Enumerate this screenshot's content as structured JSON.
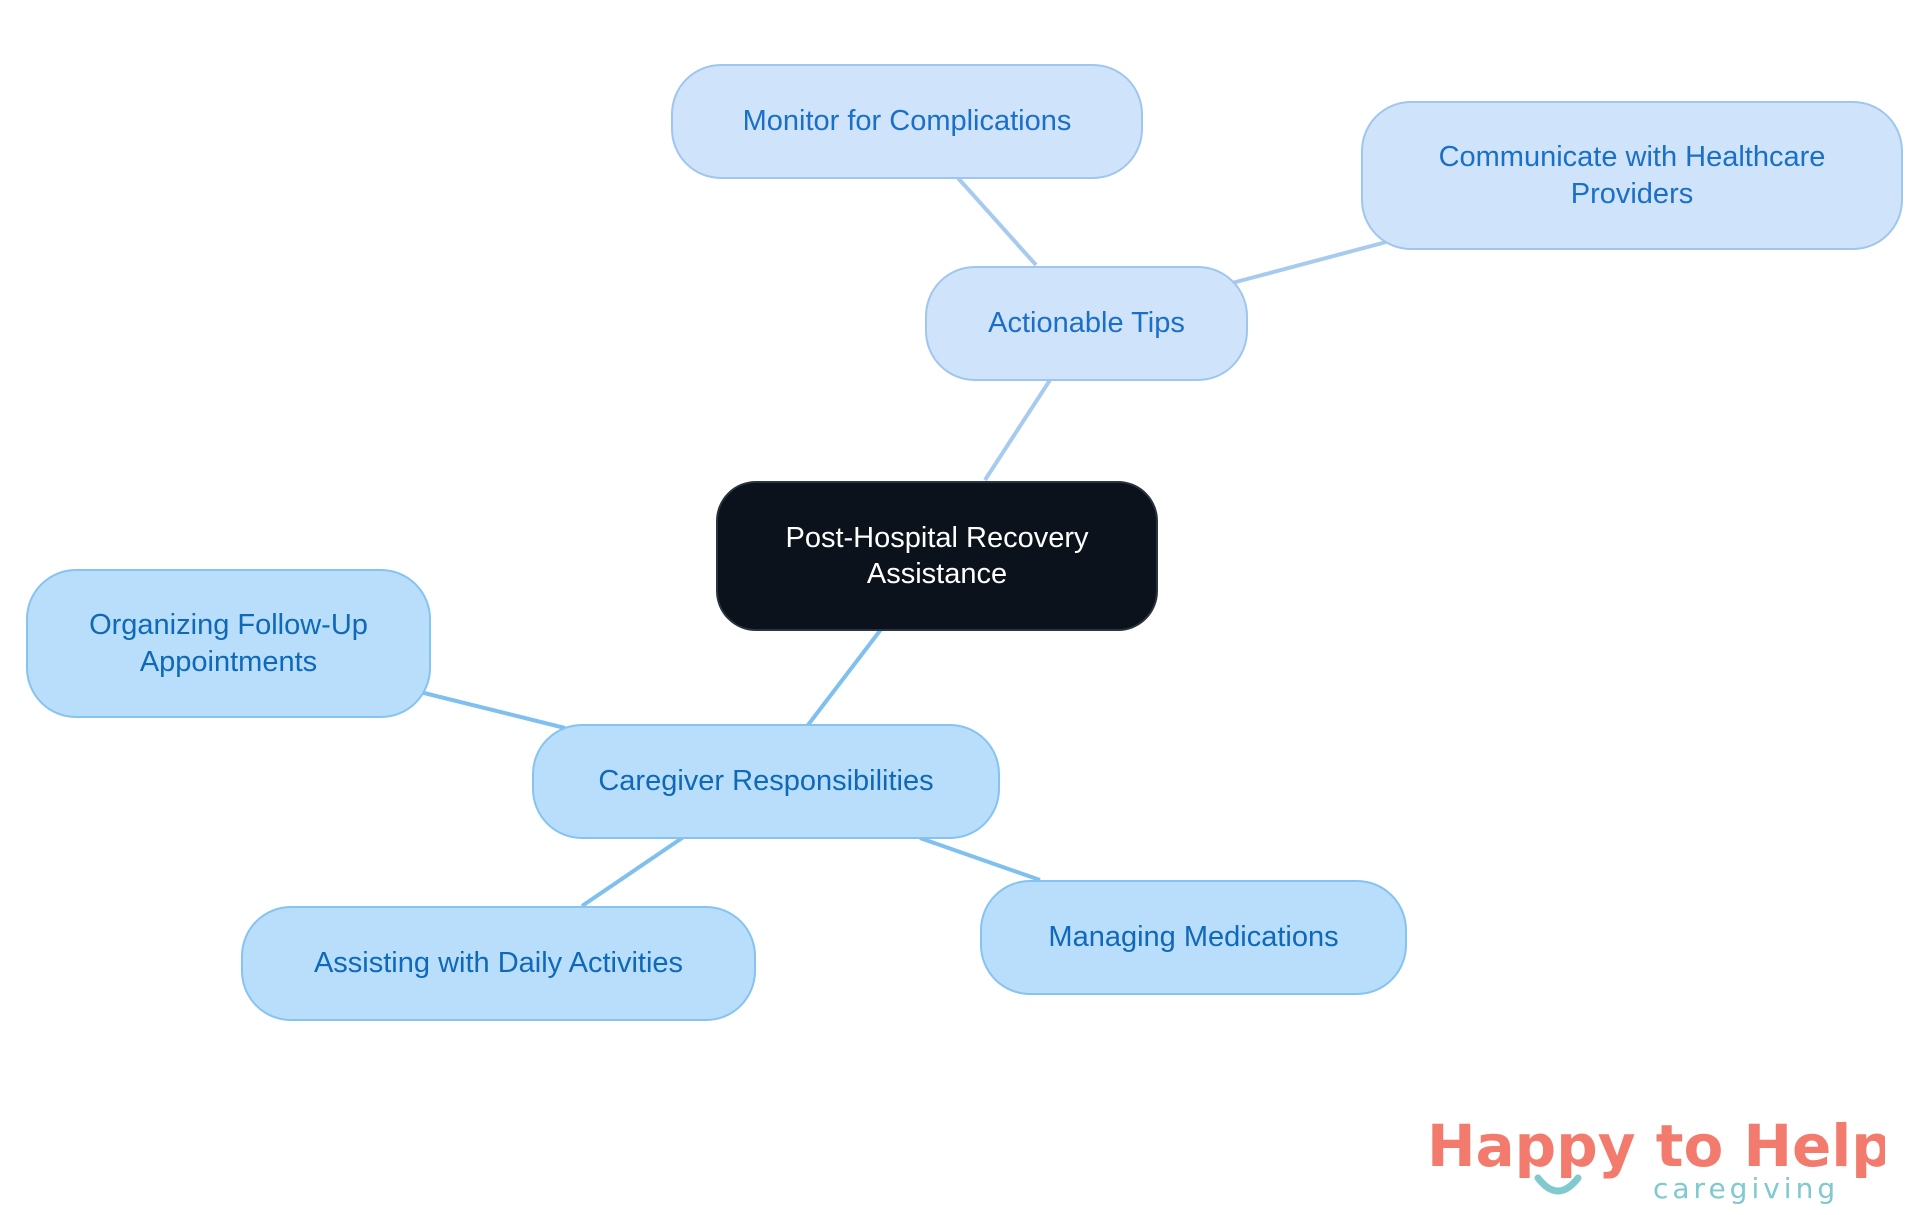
{
  "diagram": {
    "central": {
      "label": "Post-Hospital Recovery\nAssistance"
    },
    "branches": [
      {
        "label": "Actionable Tips",
        "children": [
          {
            "label": "Monitor for Complications"
          },
          {
            "label": "Communicate with Healthcare\nProviders"
          }
        ]
      },
      {
        "label": "Caregiver Responsibilities",
        "children": [
          {
            "label": "Organizing Follow-Up\nAppointments"
          },
          {
            "label": "Assisting with Daily Activities"
          },
          {
            "label": "Managing Medications"
          }
        ]
      }
    ]
  },
  "logo": {
    "wordmark": "Happy to Help",
    "tagline": "caregiving",
    "colors": {
      "primary": "#f37b6e",
      "accent": "#7fc9cf"
    }
  },
  "colors": {
    "central_fill": "#0b121b",
    "top_branch_fill": "#cfe3fb",
    "bottom_branch_fill": "#b8defc",
    "top_edge": "#a7cbef",
    "bottom_edge": "#7fc0ee"
  }
}
